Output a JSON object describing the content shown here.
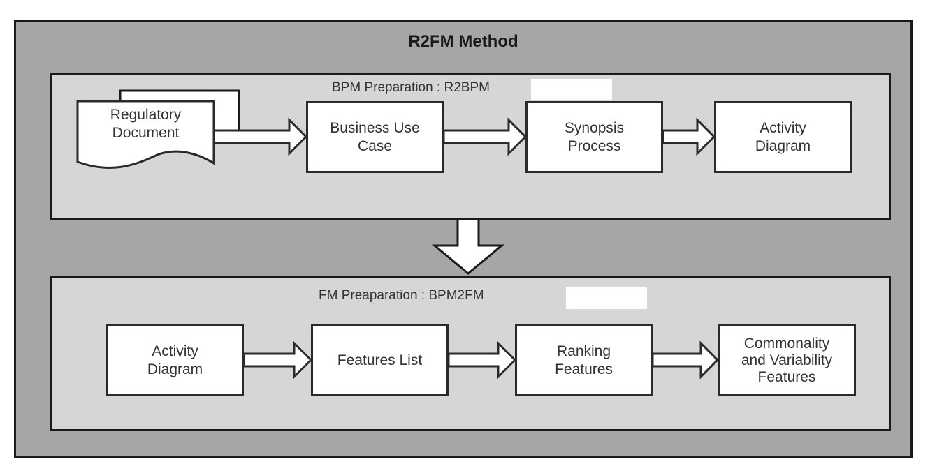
{
  "diagram": {
    "title": "R2FM Method",
    "colors": {
      "outer_bg": "#a6a6a6",
      "panel_bg": "#d6d6d6",
      "node_bg": "#ffffff",
      "border": "#1a1a1a"
    },
    "panels": [
      {
        "label": "BPM Preparation : R2BPM",
        "nodes": [
          {
            "id": "regulatory-document",
            "shape": "document",
            "lines": [
              "Regulatory",
              "Document"
            ]
          },
          {
            "id": "business-use-case",
            "shape": "rect",
            "lines": [
              "Business Use",
              "Case"
            ]
          },
          {
            "id": "synopsis-process",
            "shape": "rect",
            "lines": [
              "Synopsis",
              "Process"
            ]
          },
          {
            "id": "activity-diagram-1",
            "shape": "rect",
            "lines": [
              "Activity",
              "Diagram"
            ]
          }
        ]
      },
      {
        "label": "FM Preaparation : BPM2FM",
        "nodes": [
          {
            "id": "activity-diagram-2",
            "shape": "rect",
            "lines": [
              "Activity",
              "Diagram"
            ]
          },
          {
            "id": "features-list",
            "shape": "rect",
            "lines": [
              "Features List"
            ]
          },
          {
            "id": "ranking-features",
            "shape": "rect",
            "lines": [
              "Ranking",
              "Features"
            ]
          },
          {
            "id": "commonality-variability-features",
            "shape": "rect",
            "lines": [
              "Commonality",
              "and Variability",
              "Features"
            ]
          }
        ]
      }
    ],
    "edges": [
      {
        "from": "regulatory-document",
        "to": "business-use-case"
      },
      {
        "from": "business-use-case",
        "to": "synopsis-process"
      },
      {
        "from": "synopsis-process",
        "to": "activity-diagram-1"
      },
      {
        "from": "panel-bpm-preparation",
        "to": "panel-fm-preparation"
      },
      {
        "from": "activity-diagram-2",
        "to": "features-list"
      },
      {
        "from": "features-list",
        "to": "ranking-features"
      },
      {
        "from": "ranking-features",
        "to": "commonality-variability-features"
      }
    ]
  }
}
